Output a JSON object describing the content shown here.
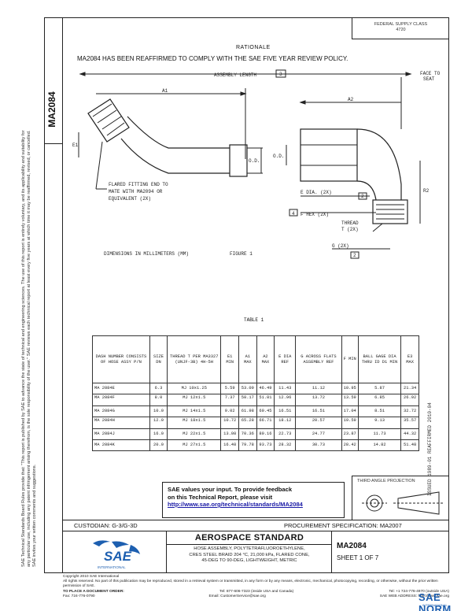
{
  "doc_number": "MA2084",
  "fsc": [
    "FEDERAL SUPPLY CLASS",
    "4720"
  ],
  "rationale": {
    "title": "RATIONALE",
    "text": "MA2084 HAS BEEN REAFFIRMED TO COMPLY WITH THE SAE FIVE YEAR REVIEW POLICY."
  },
  "side_legal": "SAE Technical Standards Board Rules provide that: \"This report is published by SAE to advance the state of technical and engineering sciences. The use of this report is entirely voluntary, and its applicability and suitability for any particular use, including any patent infringement arising therefrom, is the sole responsibility of the user.\" SAE reviews each technical report at least every five years at which time it may be reaffirmed, revised, or cancelled. SAE invites your written comments and suggestions.",
  "drawing": {
    "assembly_length": "ASSEMBLY LENGTH",
    "assembly_note": "3",
    "face_to_seat": [
      "FACE TO",
      "SEAT"
    ],
    "a1": "A1",
    "a2": "A2",
    "od": "O.D.",
    "e1": "E1",
    "r2": "R2",
    "flared_note": [
      "FLARED FITTING END TO",
      "MATE WITH MA2094 OR",
      "EQUIVALENT (2X)"
    ],
    "e_dia": "E DIA. (2X)",
    "e_dia_note": "2",
    "f_hex": "F HEX (2X)",
    "f_hex_note": "4",
    "thread": [
      "THREAD",
      "T (2X)"
    ],
    "g": "G (2X)",
    "g_note": "2",
    "dimensions": "DIMENSIONS IN MILLIMETERS (MM)",
    "figure": "FIGURE 1"
  },
  "table": {
    "title": "TABLE 1",
    "headers": [
      "DASH NUMBER CONSISTS OF HOSE ASSY P/N",
      "SIZE DN",
      "THREAD T PER MA3327 (UNJF-3B) 4H-5H",
      "E1 MIN",
      "A1 MAX",
      "A2 MAX",
      "E DIA REF",
      "G ACROSS FLATS ASSEMBLY REF",
      "F MIN",
      "BALL GAGE DIA THRU ID  D1 MIN",
      "E3 MAX"
    ],
    "groups": [
      [
        [
          "MA 2084E",
          "6.3",
          "MJ 10x1.25",
          "5.59",
          "53.09",
          "46.49",
          "11.43",
          "11.12",
          "10.95",
          "5.87",
          "21.34"
        ],
        [
          "MA 2084F",
          "8.0",
          "MJ 12x1.5",
          "7.37",
          "58.17",
          "51.81",
          "12.96",
          "13.72",
          "13.59",
          "6.85",
          "26.92"
        ]
      ],
      [
        [
          "MA 2084G",
          "10.0",
          "MJ 14x1.5",
          "9.02",
          "61.98",
          "60.45",
          "16.51",
          "16.51",
          "17.04",
          "8.51",
          "32.72"
        ],
        [
          "MA 2084H",
          "12.0",
          "MJ 18x1.5",
          "10.72",
          "65.28",
          "66.71",
          "18.12",
          "20.57",
          "19.59",
          "9.13",
          "35.57"
        ]
      ],
      [
        [
          "MA 2084J",
          "16.0",
          "MJ 22x1.5",
          "13.08",
          "70.36",
          "80.16",
          "22.73",
          "24.77",
          "23.87",
          "11.73",
          "44.32"
        ],
        [
          "MA 2084K",
          "20.0",
          "MJ 27x1.5",
          "16.48",
          "79.78",
          "93.73",
          "28.32",
          "30.73",
          "28.42",
          "14.82",
          "51.48"
        ]
      ]
    ]
  },
  "issue_code": "ISSUED 1989-01  REAFFIRMED 2010-04",
  "feedback": {
    "line1": "SAE values your input. To provide feedback",
    "line2": "on this Technical Report, please visit",
    "url": "http://www.sae.org/technical/standards/MA2084"
  },
  "projection_label": "THIRD ANGLE PROJECTION",
  "custodian": "CUSTODIAN: G-3/G-3D",
  "procurement": "PROCUREMENT SPECIFICATION: MA2007",
  "aero_title": "AEROSPACE STANDARD",
  "subtitle": [
    "HOSE ASSEMBLY, POLYTETRAFLUOROETHYLENE,",
    "CRES STEEL BRAID 204 °C, 21,000 kPa, FLARED CONE,",
    "45-DEG TO 90-DEG, LIGHTWEIGHT, METRIC"
  ],
  "sheet": "SHEET 1 OF 7",
  "logo": {
    "text": "SAE",
    "sub": "INTERNATIONAL"
  },
  "footer": {
    "copyright": "Copyright 2010 SAE International",
    "rights": "All rights reserved. No part of this publication may be reproduced, stored in a retrieval system or transmitted, in any form or by any means, electronic, mechanical, photocopying, recording, or otherwise, without the prior written permission of SAE.",
    "order": "TO PLACE A DOCUMENT ORDER:",
    "tel": "Tel: 877-606-7323 (inside USA and Canada)",
    "tel2": "Tel: +1 724-776-4970 (outside USA)",
    "fax": "Fax: 724-776-0790",
    "email": "Email: CustomerService@sae.org",
    "web": "SAE WEB ADDRESS: http://www.sae.org"
  },
  "watermark": {
    "text": "SAE NORM",
    "sub": "INTERNATIONAL"
  }
}
